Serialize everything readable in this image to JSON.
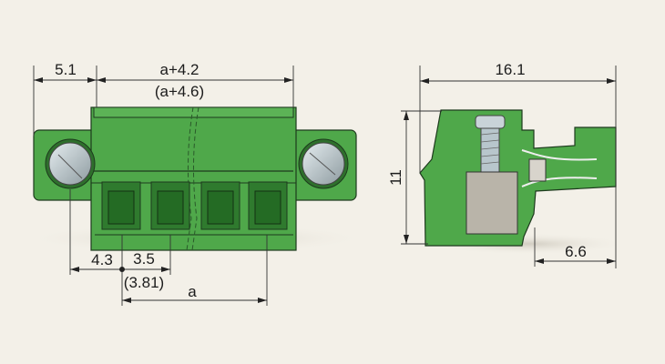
{
  "drawing": {
    "front_view": {
      "dim_flange": "5.1",
      "dim_width": "a+4.2",
      "dim_width_alt": "(a+4.6)",
      "dim_edge": "4.3",
      "dim_pitch": "3.5",
      "dim_pitch_alt": "(3.81)",
      "dim_span": "a",
      "pole_count": 4
    },
    "side_view": {
      "dim_depth": "16.1",
      "dim_height": "11",
      "dim_plug": "6.6"
    },
    "colors": {
      "background": "#f3f0e8",
      "housing": "#4fa84a",
      "outline": "#1d3a1d",
      "metal": "#b9b4a9"
    }
  }
}
